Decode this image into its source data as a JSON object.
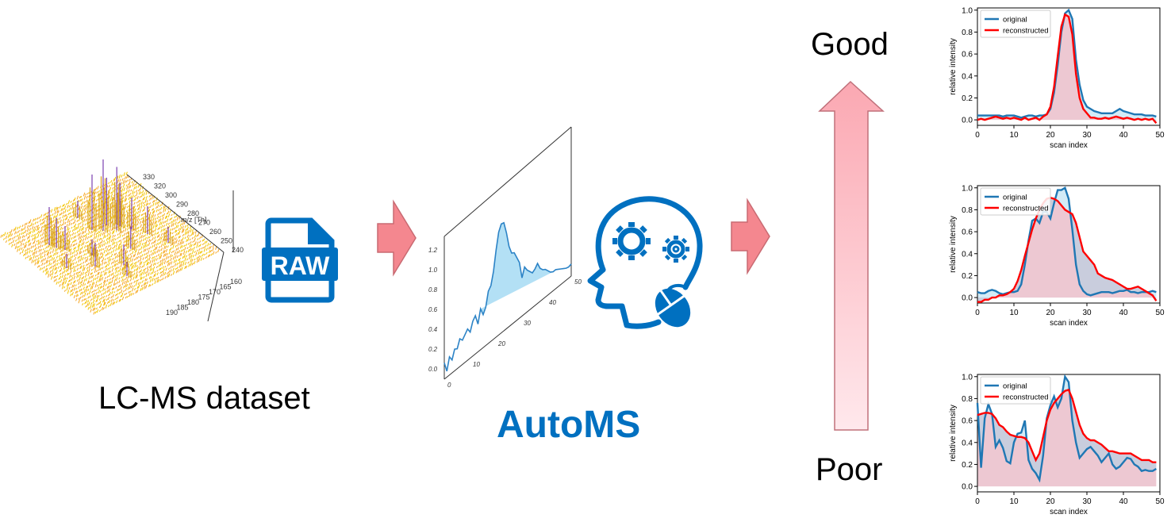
{
  "labels": {
    "dataset": "LC-MS dataset",
    "method": "AutoMS",
    "good": "Good",
    "poor": "Poor",
    "raw_icon": "RAW"
  },
  "lcms3d": {
    "mz_ticks": [
      "330",
      "320",
      "300",
      "290",
      "280",
      "270",
      "260",
      "250",
      "240"
    ],
    "mz_unit": "m/z [Th]",
    "scan_ticks": [
      "160",
      "165",
      "170",
      "175",
      "180",
      "185",
      "190"
    ]
  },
  "peak_preview": {
    "x_ticks": [
      "0",
      "10",
      "20",
      "30",
      "40",
      "50"
    ],
    "y_ticks": [
      "0.0",
      "0.2",
      "0.4",
      "0.6",
      "0.8",
      "1.0",
      "1.2"
    ],
    "values": [
      0.17,
      0.05,
      0.19,
      0.13,
      0.23,
      0.21,
      0.3,
      0.26,
      0.3,
      0.34,
      0.28,
      0.38,
      0.42,
      0.3,
      0.45,
      0.36,
      0.42,
      0.58,
      0.62,
      0.76,
      0.98,
      1.16,
      1.23,
      1.22,
      1.08,
      0.9,
      0.8,
      0.78,
      0.7,
      0.62,
      0.42,
      0.52,
      0.46,
      0.42,
      0.38,
      0.4,
      0.44,
      0.36,
      0.32,
      0.3,
      0.26,
      0.22,
      0.2,
      0.2,
      0.18,
      0.16,
      0.14,
      0.12,
      0.11,
      0.12
    ]
  },
  "colors": {
    "accent": "#0070C0",
    "arrow_fill": "#F4878F",
    "arrow_border": "#C96A72",
    "original": "#1F77B4",
    "reconstructed": "#FF0000",
    "fill_area": "#D7849B"
  },
  "chart_data": [
    {
      "type": "line",
      "title": "",
      "xlabel": "scan index",
      "ylabel": "relative intensity",
      "xlim": [
        0,
        50
      ],
      "ylim": [
        0.0,
        1.0
      ],
      "x_ticks": [
        0,
        10,
        20,
        30,
        40,
        50
      ],
      "y_ticks": [
        0.0,
        0.2,
        0.4,
        0.6,
        0.8,
        1.0
      ],
      "legend_placement": "top-left",
      "series": [
        {
          "name": "original",
          "values": [
            0.04,
            0.04,
            0.04,
            0.04,
            0.04,
            0.04,
            0.04,
            0.03,
            0.04,
            0.04,
            0.04,
            0.03,
            0.02,
            0.03,
            0.04,
            0.04,
            0.03,
            0.04,
            0.04,
            0.05,
            0.1,
            0.25,
            0.5,
            0.8,
            0.97,
            1.0,
            0.92,
            0.55,
            0.32,
            0.18,
            0.12,
            0.1,
            0.08,
            0.07,
            0.06,
            0.06,
            0.06,
            0.06,
            0.08,
            0.1,
            0.08,
            0.07,
            0.06,
            0.05,
            0.05,
            0.05,
            0.04,
            0.04,
            0.04,
            0.03
          ]
        },
        {
          "name": "reconstructed",
          "values": [
            0.0,
            0.01,
            0.0,
            0.01,
            0.02,
            0.03,
            0.02,
            0.01,
            0.02,
            0.01,
            0.02,
            0.01,
            0.0,
            0.02,
            0.0,
            0.01,
            0.02,
            0.0,
            0.03,
            0.05,
            0.12,
            0.3,
            0.58,
            0.85,
            0.96,
            0.94,
            0.78,
            0.42,
            0.2,
            0.1,
            0.06,
            0.02,
            0.02,
            0.01,
            0.01,
            0.02,
            0.01,
            0.02,
            0.03,
            0.02,
            0.01,
            0.02,
            0.01,
            0.0,
            0.01,
            0.0,
            0.01,
            0.0,
            0.01,
            -0.03
          ]
        }
      ]
    },
    {
      "type": "line",
      "title": "",
      "xlabel": "scan index",
      "ylabel": "relative intensity",
      "xlim": [
        0,
        50
      ],
      "ylim": [
        0.0,
        1.0
      ],
      "x_ticks": [
        0,
        10,
        20,
        30,
        40,
        50
      ],
      "y_ticks": [
        0.0,
        0.2,
        0.4,
        0.6,
        0.8,
        1.0
      ],
      "legend_placement": "top-left",
      "series": [
        {
          "name": "original",
          "values": [
            0.05,
            0.04,
            0.04,
            0.06,
            0.07,
            0.06,
            0.04,
            0.03,
            0.04,
            0.05,
            0.05,
            0.06,
            0.12,
            0.3,
            0.52,
            0.7,
            0.72,
            0.68,
            0.78,
            0.78,
            0.72,
            0.86,
            0.98,
            0.98,
            1.0,
            0.9,
            0.62,
            0.3,
            0.12,
            0.06,
            0.03,
            0.02,
            0.03,
            0.04,
            0.05,
            0.05,
            0.05,
            0.04,
            0.05,
            0.06,
            0.06,
            0.07,
            0.05,
            0.05,
            0.04,
            0.05,
            0.05,
            0.05,
            0.06,
            0.05
          ]
        },
        {
          "name": "reconstructed",
          "values": [
            -0.04,
            -0.04,
            -0.02,
            -0.02,
            0.0,
            0.0,
            0.02,
            0.02,
            0.03,
            0.05,
            0.08,
            0.15,
            0.25,
            0.38,
            0.5,
            0.62,
            0.72,
            0.8,
            0.86,
            0.9,
            0.91,
            0.9,
            0.88,
            0.84,
            0.8,
            0.78,
            0.76,
            0.68,
            0.55,
            0.42,
            0.38,
            0.34,
            0.3,
            0.22,
            0.2,
            0.18,
            0.17,
            0.16,
            0.14,
            0.12,
            0.1,
            0.08,
            0.08,
            0.09,
            0.1,
            0.08,
            0.06,
            0.04,
            0.02,
            -0.03
          ]
        }
      ]
    },
    {
      "type": "line",
      "title": "",
      "xlabel": "scan index",
      "ylabel": "relative intensity",
      "xlim": [
        0,
        50
      ],
      "ylim": [
        0.0,
        1.0
      ],
      "x_ticks": [
        0,
        10,
        20,
        30,
        40,
        50
      ],
      "y_ticks": [
        0.0,
        0.2,
        0.4,
        0.6,
        0.8,
        1.0
      ],
      "legend_placement": "top-left",
      "series": [
        {
          "name": "original",
          "values": [
            0.76,
            0.17,
            0.62,
            0.75,
            0.66,
            0.36,
            0.42,
            0.35,
            0.23,
            0.21,
            0.4,
            0.48,
            0.49,
            0.6,
            0.24,
            0.16,
            0.12,
            0.06,
            0.28,
            0.62,
            0.74,
            0.82,
            0.72,
            0.8,
            1.0,
            0.95,
            0.6,
            0.4,
            0.26,
            0.3,
            0.34,
            0.36,
            0.32,
            0.28,
            0.22,
            0.26,
            0.3,
            0.2,
            0.16,
            0.18,
            0.22,
            0.26,
            0.25,
            0.2,
            0.18,
            0.14,
            0.15,
            0.14,
            0.14,
            0.16
          ]
        },
        {
          "name": "reconstructed",
          "values": [
            0.65,
            0.66,
            0.67,
            0.67,
            0.66,
            0.62,
            0.56,
            0.54,
            0.5,
            0.47,
            0.46,
            0.45,
            0.45,
            0.44,
            0.4,
            0.32,
            0.24,
            0.3,
            0.45,
            0.6,
            0.7,
            0.76,
            0.8,
            0.84,
            0.87,
            0.88,
            0.8,
            0.68,
            0.56,
            0.48,
            0.44,
            0.42,
            0.42,
            0.4,
            0.38,
            0.35,
            0.32,
            0.32,
            0.31,
            0.3,
            0.3,
            0.3,
            0.3,
            0.28,
            0.26,
            0.24,
            0.24,
            0.24,
            0.22,
            0.22
          ]
        }
      ]
    }
  ]
}
